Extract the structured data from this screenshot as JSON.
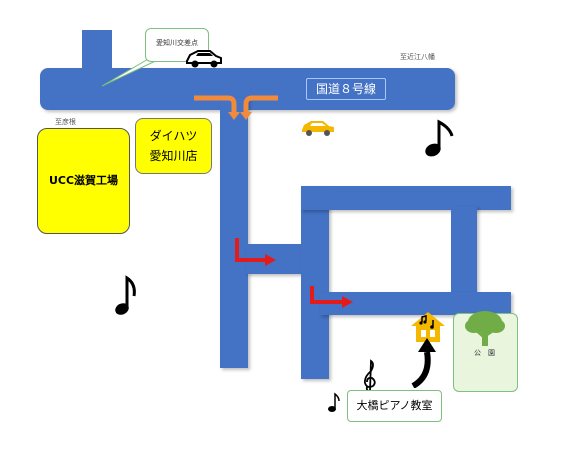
{
  "map": {
    "road_label": "国道８号線",
    "place_labels": {
      "to_omihachiman": "至近江八幡",
      "to_hikone": "至彦根",
      "aichigawa_intersection": "愛知川交差点"
    },
    "landmarks": {
      "ucc": "UCC滋賀工場",
      "daihatsu": "ダイハツ\n愛知川店",
      "park": "公　園",
      "school": "大橋ピアノ教室"
    },
    "colors": {
      "road": "#4472c4",
      "landmark_yellow": "#ffff00",
      "arrow_red": "#e31b1b",
      "arrow_orange": "#f08a3c",
      "car_orange": "#f5b800",
      "park_green": "#70ad47"
    },
    "icons": [
      "car-icon",
      "music-note-icon",
      "treble-clef-icon",
      "tree-icon",
      "piano-house-icon",
      "curved-arrow-icon"
    ]
  }
}
